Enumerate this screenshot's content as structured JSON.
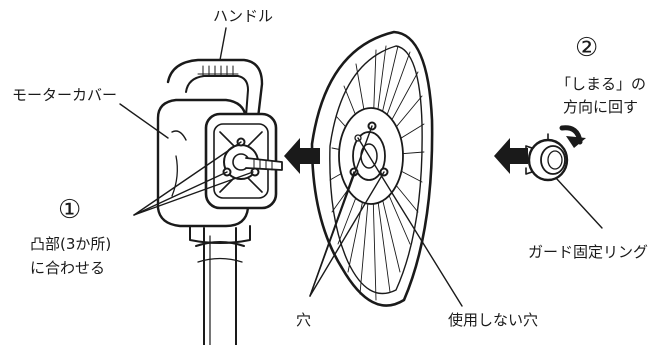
{
  "labels": {
    "handle": "ハンドル",
    "motor_cover": "モーターカバー",
    "step1_number": "①",
    "step2_number": "②",
    "bumps_line1": "凸部(3か所)",
    "bumps_line2": "に合わせる",
    "tighten_line1": "「しまる」の",
    "tighten_line2": "方向に回す",
    "guard_ring": "ガード固定リング",
    "hole": "穴",
    "unused_hole": "使用しない穴"
  }
}
